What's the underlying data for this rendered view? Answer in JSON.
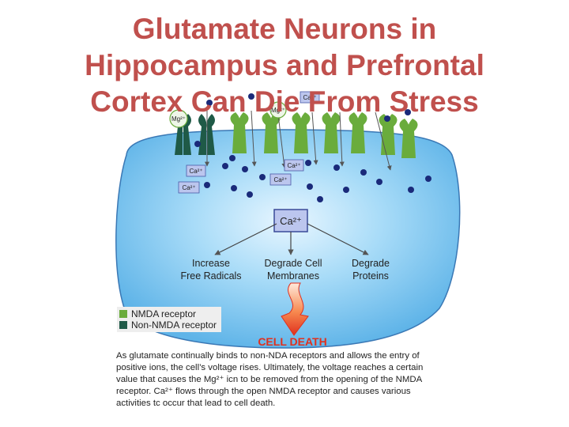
{
  "title": {
    "line1": "Glutamate Neurons in",
    "line2": "Hippocampus and Prefrontal",
    "line3": "Cortex Can Die From Stress"
  },
  "ions": {
    "mg_out_left": "Mg²⁺",
    "mg_out_center": "Mg²⁺",
    "ca_out_top": "Ca²⁺",
    "ca_in_1": "Ca²⁺",
    "ca_in_2": "Ca²⁺",
    "ca_in_3": "Ca²⁺",
    "ca_in_4": "Ca²⁺",
    "ca_center": "Ca²⁺"
  },
  "effects": {
    "radicals_line1": "Increase",
    "radicals_line2": "Free Radicals",
    "membranes_line1": "Degrade Cell",
    "membranes_line2": "Membranes",
    "proteins_line1": "Degrade",
    "proteins_line2": "Proteins"
  },
  "outcome": "CELL DEATH",
  "legend": {
    "nmda": "NMDA receptor",
    "non_nmda": "Non-NMDA receptor"
  },
  "caption": {
    "line1": "As glutamate continually binds to non-NDA receptors and allows the entry of",
    "line2": "positive ions, the cell’s voltage rises.  Ultimately, the voltage reaches a certain",
    "line3": "value that causes the Mg²⁺ icn to be removed from the opening of the NMDA",
    "line4": "receptor.  Ca²⁺ flows through the open NMDA receptor and causes various",
    "line5": "activities tc occur that lead to cell death."
  },
  "colors": {
    "title": "#c0504d",
    "nmda_receptor": "#6aac3c",
    "non_nmda_receptor": "#1f5a47",
    "cell_fill": "#8cc8f0",
    "ion_dot": "#1a2a7a",
    "ca_box": "#bcc6ee",
    "death_arrow": "#e0301e"
  }
}
